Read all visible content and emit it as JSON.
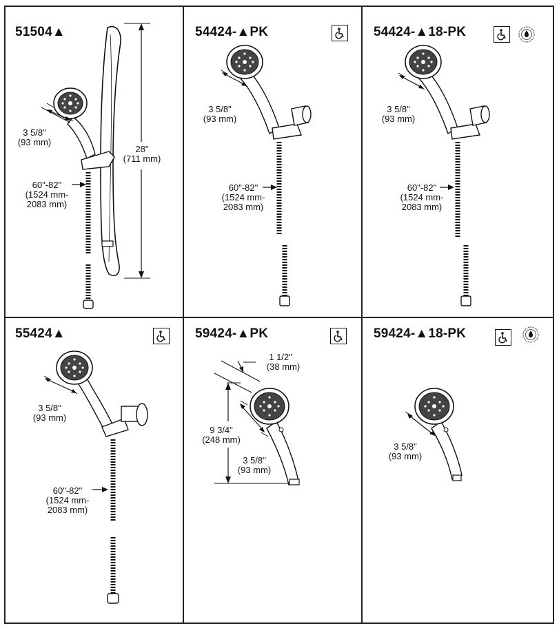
{
  "panels": [
    {
      "model": "51504▲",
      "ada": false,
      "watersense": false,
      "dims": {
        "head_in": "3 5/8\"",
        "head_mm": "(93 mm)",
        "bar_in": "28\"",
        "bar_mm": "(711 mm)",
        "hose_in": "60\"-82\"",
        "hose_mm1": "(1524 mm-",
        "hose_mm2": "2083 mm)"
      }
    },
    {
      "model": "54424-▲PK",
      "ada": true,
      "watersense": false,
      "dims": {
        "head_in": "3 5/8\"",
        "head_mm": "(93 mm)",
        "hose_in": "60\"-82\"",
        "hose_mm1": "(1524 mm-",
        "hose_mm2": "2083 mm)"
      }
    },
    {
      "model": "54424-▲18-PK",
      "ada": true,
      "watersense": true,
      "dims": {
        "head_in": "3 5/8\"",
        "head_mm": "(93 mm)",
        "hose_in": "60\"-82\"",
        "hose_mm1": "(1524 mm-",
        "hose_mm2": "2083 mm)"
      }
    },
    {
      "model": "55424▲",
      "ada": true,
      "watersense": false,
      "dims": {
        "head_in": "3 5/8\"",
        "head_mm": "(93 mm)",
        "hose_in": "60\"-82\"",
        "hose_mm1": "(1524 mm-",
        "hose_mm2": "2083 mm)"
      }
    },
    {
      "model": "59424-▲PK",
      "ada": true,
      "watersense": false,
      "dims": {
        "depth_in": "1 1/2\"",
        "depth_mm": "(38 mm)",
        "len_in": "9 3/4\"",
        "len_mm": "(248 mm)",
        "head_in": "3 5/8\"",
        "head_mm": "(93 mm)"
      }
    },
    {
      "model": "59424-▲18-PK",
      "ada": true,
      "watersense": true,
      "dims": {
        "head_in": "3 5/8\"",
        "head_mm": "(93 mm)"
      }
    }
  ],
  "icons": {
    "ada": "wheelchair-accessible-icon",
    "watersense": "watersense-seal-icon"
  }
}
